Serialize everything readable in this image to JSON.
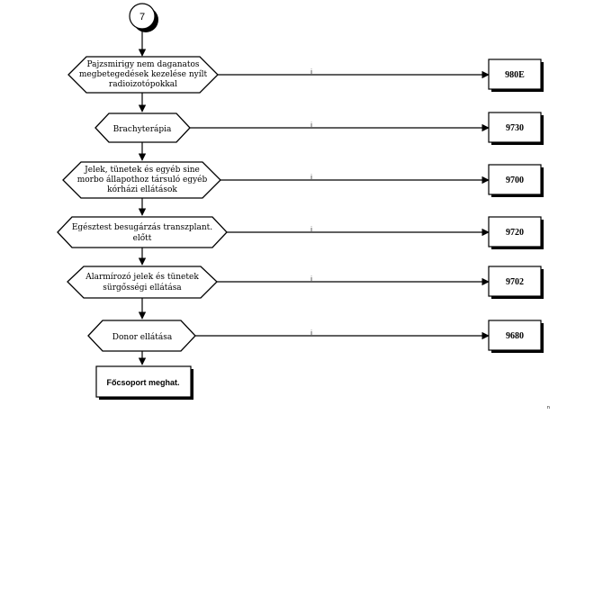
{
  "connector": {
    "label": "7"
  },
  "decisions": [
    {
      "lines": [
        "Pajzsmirigy nem daganatos",
        "megbetegedések kezelése nyílt",
        "radioizotópokkal"
      ],
      "yes": "i",
      "code": "980E"
    },
    {
      "lines": [
        "Brachyterápia"
      ],
      "yes": "i",
      "code": "9730"
    },
    {
      "lines": [
        "Jelek, tünetek és egyéb sine",
        "morbo állapothoz társuló egyéb",
        "kórházi ellátások"
      ],
      "yes": "i",
      "code": "9700"
    },
    {
      "lines": [
        "Egésztest besugárzás transzplant.",
        "előtt"
      ],
      "yes": "i",
      "code": "9720"
    },
    {
      "lines": [
        "Alarmírozó jelek és tünetek",
        "sürgősségi ellátása"
      ],
      "yes": "i",
      "code": "9702"
    },
    {
      "lines": [
        "Donor ellátása"
      ],
      "yes": "i",
      "code": "9680"
    }
  ],
  "final": {
    "label": "Főcsoport meghat."
  },
  "corner_mark": "n"
}
